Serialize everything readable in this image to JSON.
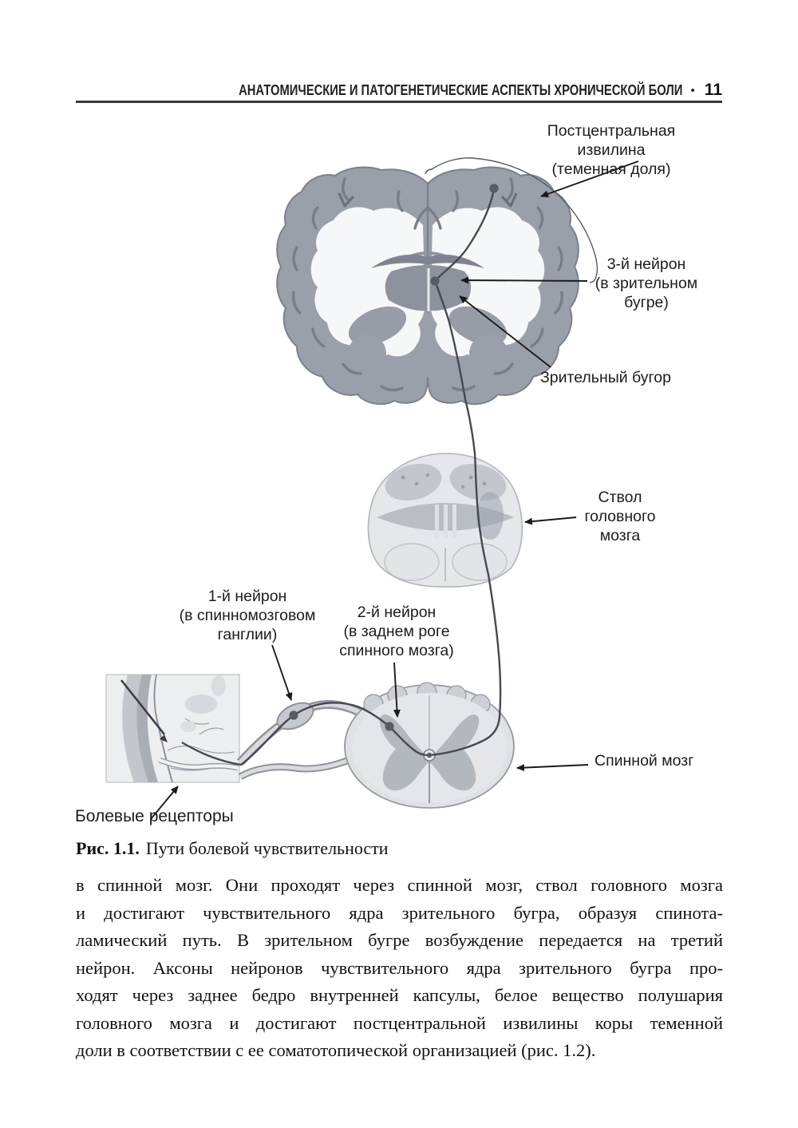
{
  "header": {
    "title": "АНАТОМИЧЕСКИЕ И ПАТОГЕНЕТИЧЕСКИЕ АСПЕКТЫ ХРОНИЧЕСКОЙ БОЛИ",
    "separator": "•",
    "page_number": "11"
  },
  "figure": {
    "labels": {
      "postcentral_gyrus": "Постцентральная\nизвилина\n(теменная доля)",
      "neuron_3": "3-й нейрон\n(в зрительном\nбугре)",
      "thalamus": "Зрительный бугор",
      "brainstem": "Ствол\nголовного\nмозга",
      "neuron_1": "1-й нейрон\n(в спинномозговом\nганглии)",
      "neuron_2": "2-й нейрон\n(в заднем роге\nспинного мозга)",
      "spinal_cord": "Спинной мозг",
      "pain_receptors": "Болевые рецепторы"
    },
    "caption": {
      "prefix": "Рис. 1.1.",
      "text": "Пути болевой чувствительности"
    },
    "colors": {
      "cortex_gray": "#9aa0a9",
      "outline_gray": "#7b818b",
      "white_matter": "#f6f7f8",
      "deep_gray": "#7d8490",
      "section_light": "#e3e5e8",
      "pathway_line": "#454a52",
      "arrow_black": "#1a1a1a"
    }
  },
  "body": {
    "lines": [
      "в спинной мозг. Они проходят через спинной мозг, ствол головного мозга",
      "и достигают чувствительного ядра зрительного бугра, образуя спинота-",
      "ламический путь. В зрительном бугре возбуждение передается на третий",
      "нейрон. Аксоны нейронов чувствительного ядра зрительного бугра про-",
      "ходят через заднее бедро внутренней капсулы, белое вещество полушария",
      "головного мозга и достигают постцентральной извилины коры теменной",
      "доли в соответствии с ее соматотопической организацией (рис. 1.2)."
    ]
  }
}
